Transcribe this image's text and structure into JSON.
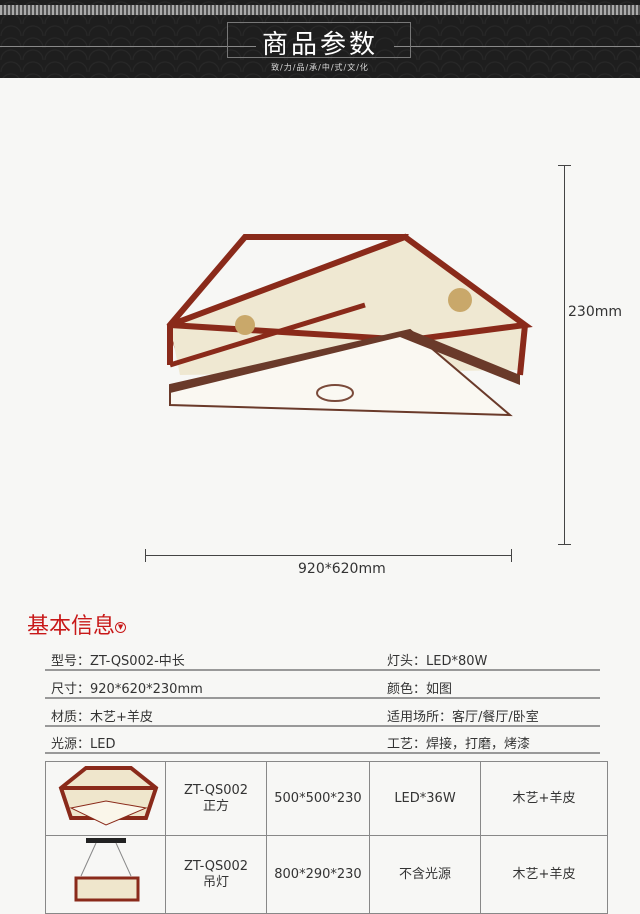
{
  "header": {
    "title": "商品参数",
    "subtitle": "致/力/品/承/中/式/文/化"
  },
  "dimensions": {
    "height": "230mm",
    "width_depth": "920*620mm"
  },
  "section": {
    "title": "基本信息"
  },
  "info": [
    {
      "left": "型号：ZT-QS002-中长",
      "right": "灯头：LED*80W"
    },
    {
      "left": "尺寸：920*620*230mm",
      "right": "颜色：如图"
    },
    {
      "left": "材质：木艺+羊皮",
      "right": "适用场所：客厅/餐厅/卧室"
    },
    {
      "left": "光源：LED",
      "right": "工艺：焊接，打磨，烤漆"
    }
  ],
  "variants": [
    {
      "model": "ZT-QS002",
      "type": "正方",
      "size": "500*500*230",
      "source": "LED*36W",
      "material": "木艺+羊皮"
    },
    {
      "model": "ZT-QS002",
      "type": "吊灯",
      "size": "800*290*230",
      "source": "不含光源",
      "material": "木艺+羊皮"
    }
  ],
  "colors": {
    "wood": "#8a2a1a",
    "accent": "#c81818",
    "header": "#1e1e1e"
  }
}
